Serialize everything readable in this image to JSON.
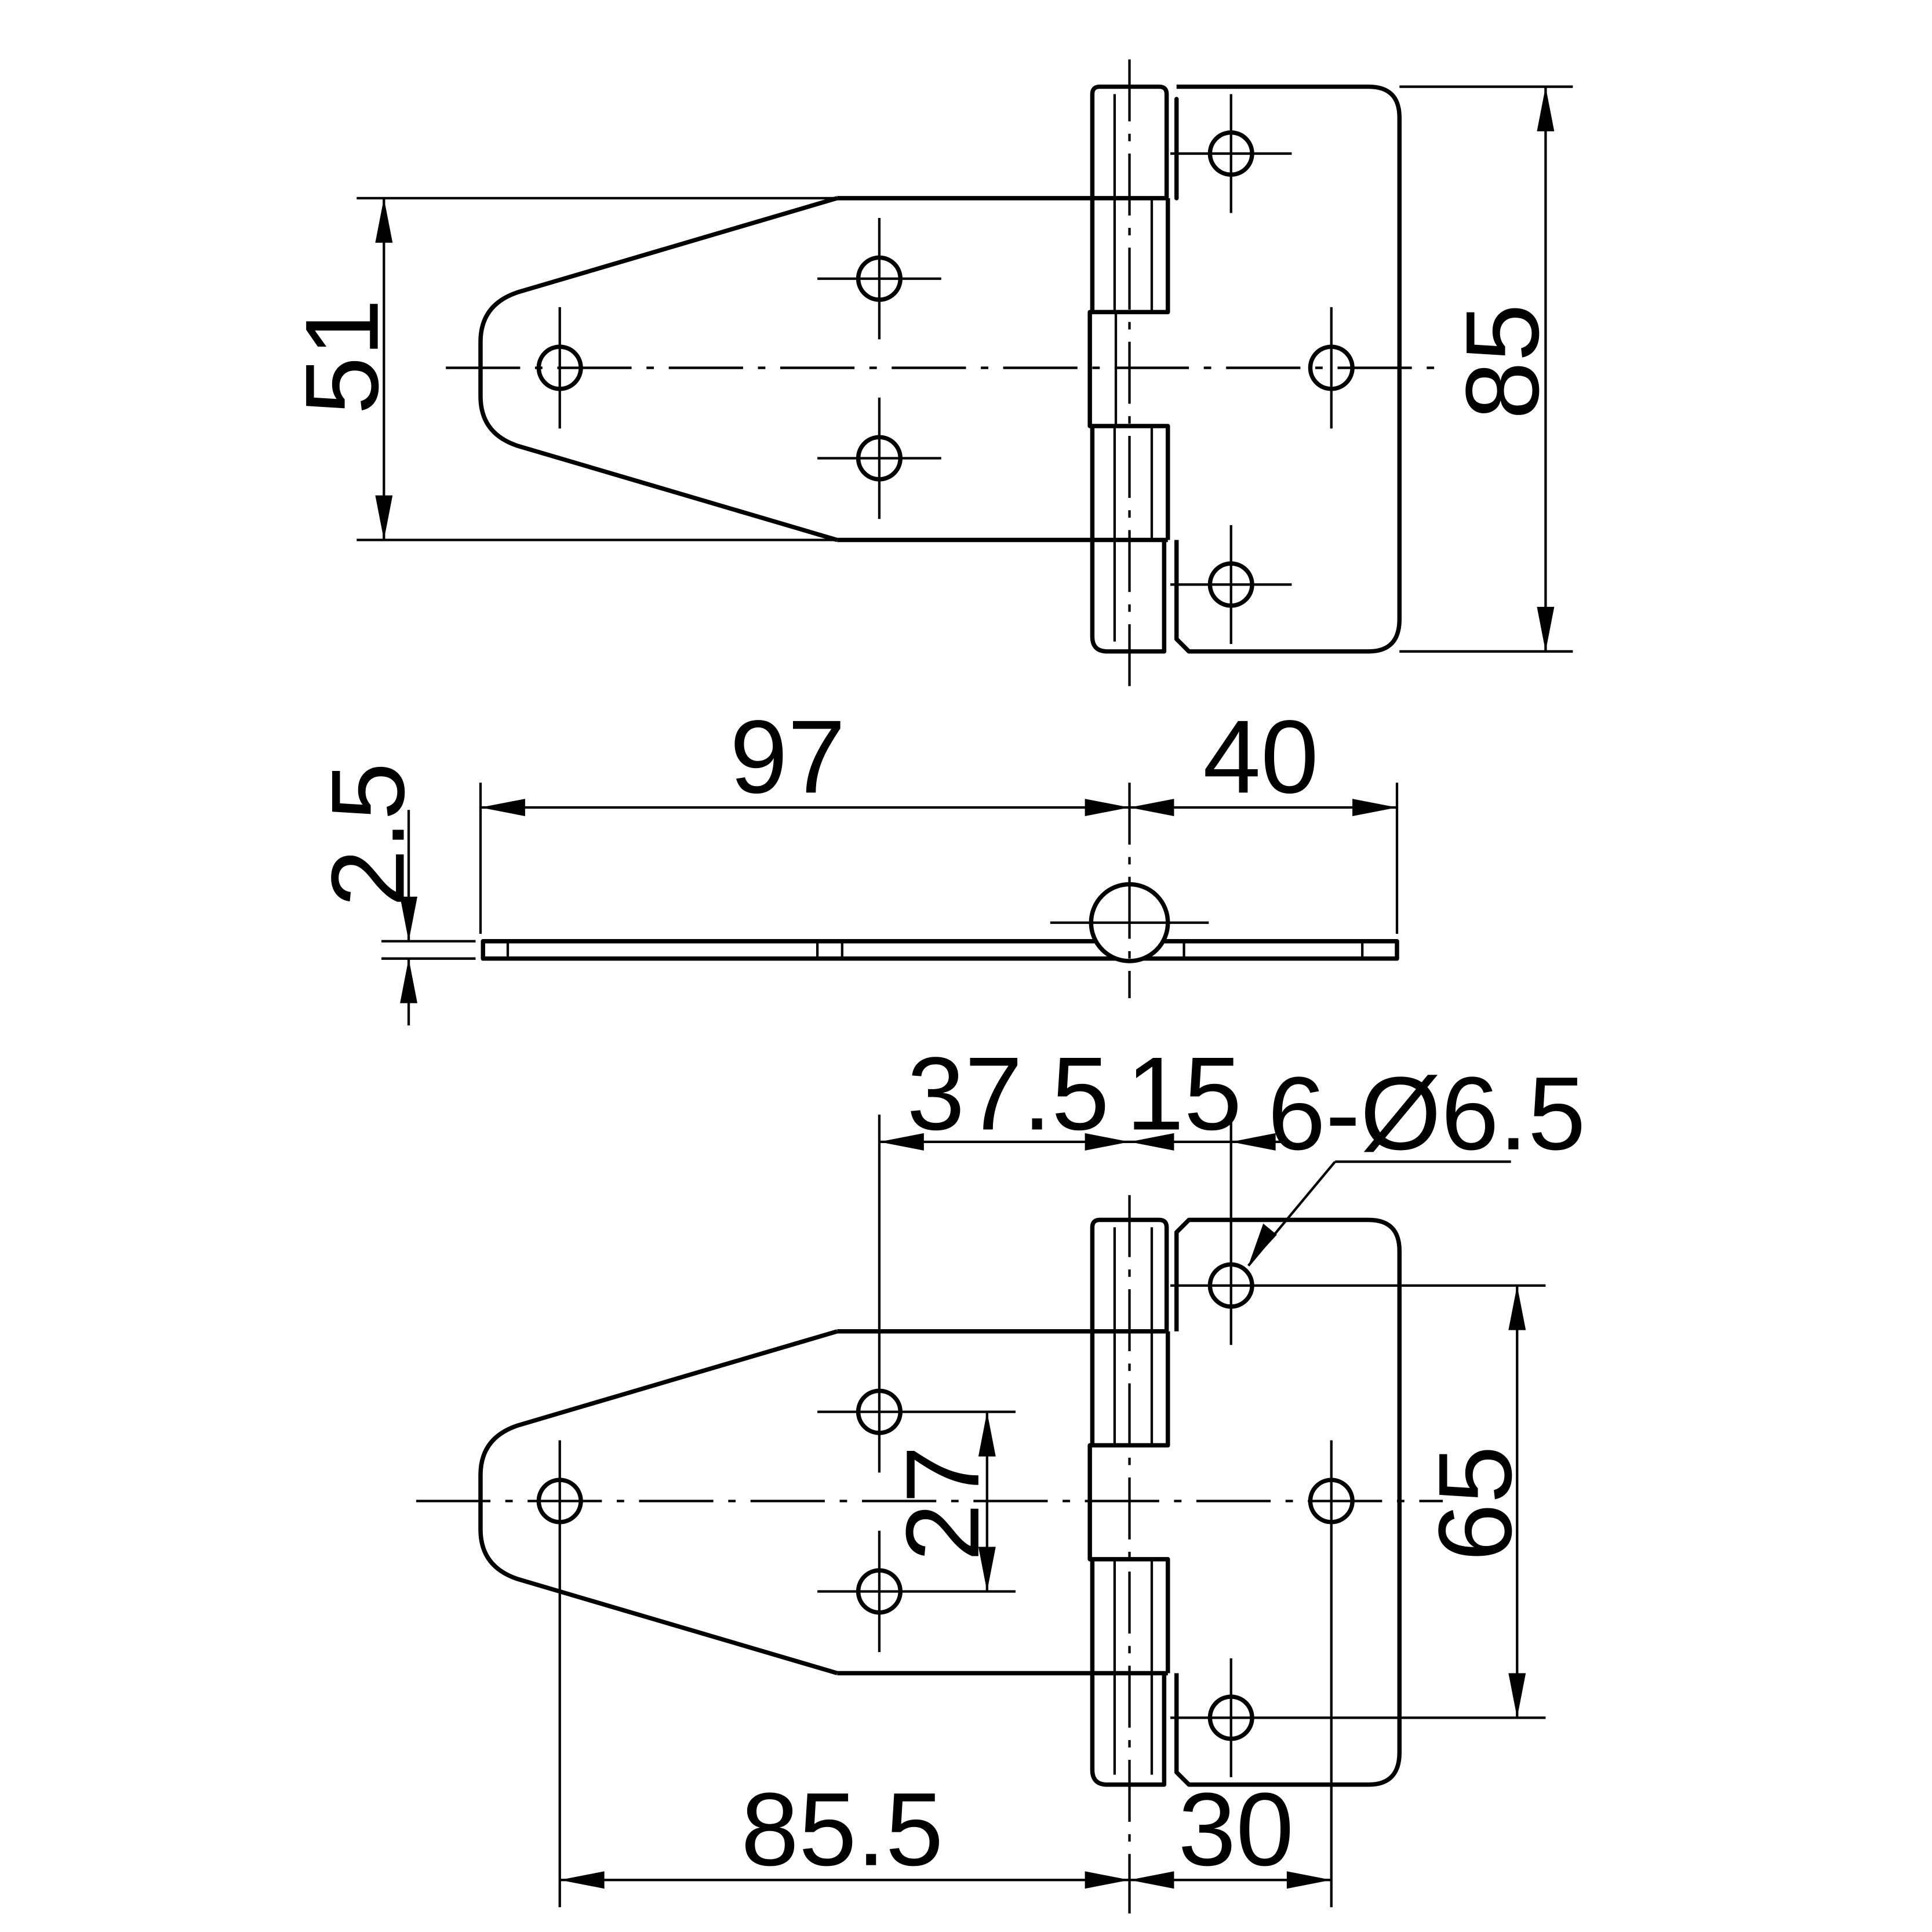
{
  "views": {
    "top": {
      "width": "51",
      "height": "85"
    },
    "side": {
      "thickness": "2.5",
      "left_length": "97",
      "right_length": "40"
    },
    "bottom": {
      "pin_to_hole": "37.5",
      "pin_to_right_hole": "15",
      "holes": "6-Ø6.5",
      "hole_spacing_left": "27",
      "hole_spacing_right": "65",
      "left_hole_offset": "85.5",
      "right_hole_offset": "30"
    }
  }
}
